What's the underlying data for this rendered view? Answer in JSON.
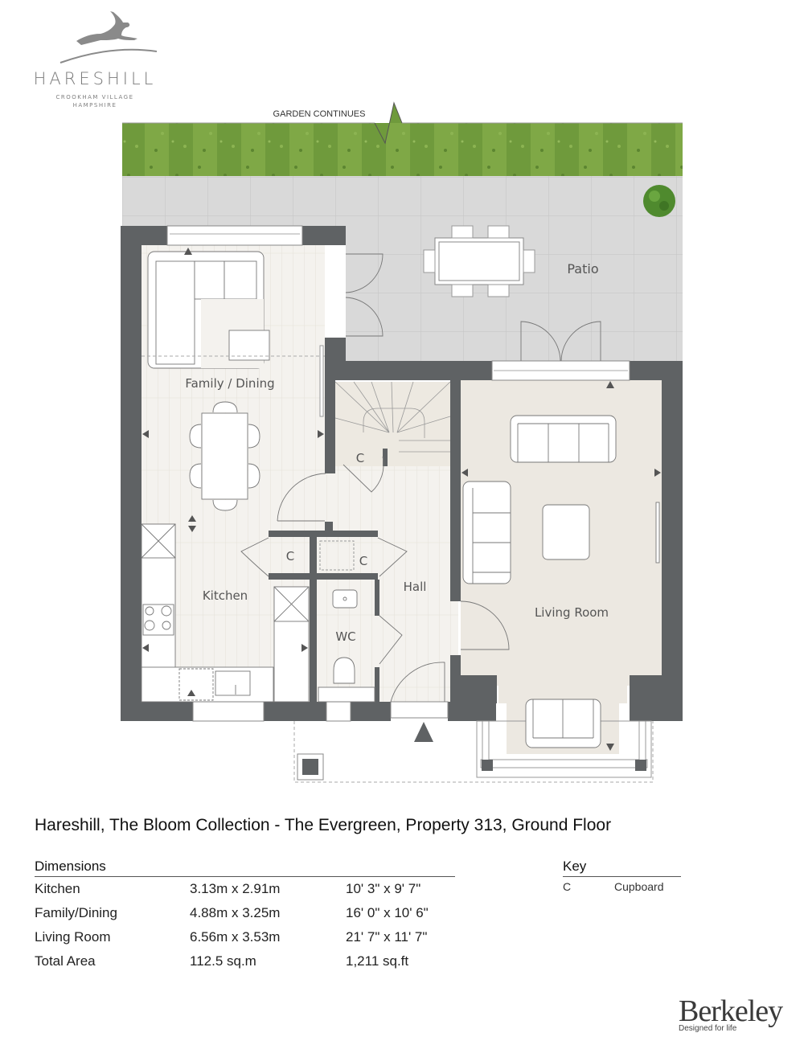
{
  "logo": {
    "icon": "hare-icon",
    "name": "HARESHILL",
    "subtitle_line1": "CROOKHAM VILLAGE",
    "subtitle_line2": "HAMPSHIRE"
  },
  "plan": {
    "garden_label": "GARDEN CONTINUES",
    "rooms": {
      "patio": "Patio",
      "family_dining": "Family / Dining",
      "kitchen": "Kitchen",
      "hall": "Hall",
      "wc": "WC",
      "living_room": "Living Room",
      "cupboard_stairs": "C",
      "cupboard_kitchen": "C",
      "cupboard_hall": "C"
    },
    "colors": {
      "wall": "#5f6264",
      "patio": "#d9d9d9",
      "tile_line": "#c4c4c4",
      "grass": "#6f9a3c",
      "wood_floor": "#f4f2ee",
      "carpet": "#ece8e1",
      "stairs": "#ede9e1"
    }
  },
  "title": "Hareshill, The Bloom Collection - The Evergreen, Property 313, Ground Floor",
  "dimensions": {
    "heading": "Dimensions",
    "rows": [
      {
        "room": "Kitchen",
        "metric": "3.13m x 2.91m",
        "imperial": "10' 3\" x 9' 7\""
      },
      {
        "room": "Family/Dining",
        "metric": "4.88m x 3.25m",
        "imperial": "16' 0\" x 10' 6\""
      },
      {
        "room": "Living Room",
        "metric": "6.56m x 3.53m",
        "imperial": "21' 7\" x 11' 7\""
      },
      {
        "room": "Total Area",
        "metric": "112.5 sq.m",
        "imperial": "1,211 sq.ft"
      }
    ]
  },
  "key": {
    "heading": "Key",
    "items": [
      {
        "symbol": "C",
        "meaning": "Cupboard"
      }
    ]
  },
  "brand": {
    "name": "Berkeley",
    "tagline": "Designed for life"
  }
}
